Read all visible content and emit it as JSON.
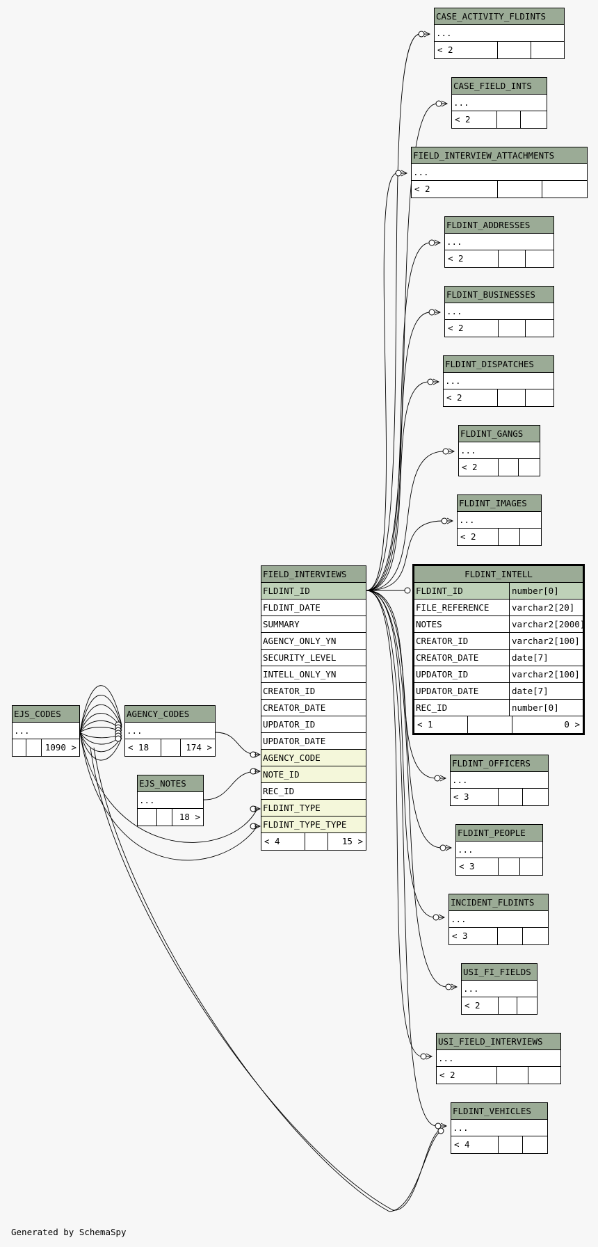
{
  "colors": {
    "header": "#9bab96",
    "primary_key": "#bed1b8",
    "foreign_key": "#f4f7da",
    "background": "#f7f7f7"
  },
  "footer_text": "Generated by SchemaSpy",
  "main_table": {
    "name": "FIELD_INTERVIEWS",
    "columns": [
      {
        "name": "FLDINT_ID",
        "kind": "pk"
      },
      {
        "name": "FLDINT_DATE",
        "kind": ""
      },
      {
        "name": "SUMMARY",
        "kind": ""
      },
      {
        "name": "AGENCY_ONLY_YN",
        "kind": ""
      },
      {
        "name": "SECURITY_LEVEL",
        "kind": ""
      },
      {
        "name": "INTELL_ONLY_YN",
        "kind": ""
      },
      {
        "name": "CREATOR_ID",
        "kind": ""
      },
      {
        "name": "CREATOR_DATE",
        "kind": ""
      },
      {
        "name": "UPDATOR_ID",
        "kind": ""
      },
      {
        "name": "UPDATOR_DATE",
        "kind": ""
      },
      {
        "name": "AGENCY_CODE",
        "kind": "fk"
      },
      {
        "name": "NOTE_ID",
        "kind": "fk"
      },
      {
        "name": "REC_ID",
        "kind": ""
      },
      {
        "name": "FLDINT_TYPE",
        "kind": "fk"
      },
      {
        "name": "FLDINT_TYPE_TYPE",
        "kind": "fk"
      }
    ],
    "footer": {
      "parents": "< 4",
      "children": "15 >"
    }
  },
  "focus_table": {
    "name": "FLDINT_INTELL",
    "columns": [
      {
        "name": "FLDINT_ID",
        "type": "number[0]",
        "kind": "pk"
      },
      {
        "name": "FILE_REFERENCE",
        "type": "varchar2[20]",
        "kind": ""
      },
      {
        "name": "NOTES",
        "type": "varchar2[2000]",
        "kind": ""
      },
      {
        "name": "CREATOR_ID",
        "type": "varchar2[100]",
        "kind": ""
      },
      {
        "name": "CREATOR_DATE",
        "type": "date[7]",
        "kind": ""
      },
      {
        "name": "UPDATOR_ID",
        "type": "varchar2[100]",
        "kind": ""
      },
      {
        "name": "UPDATOR_DATE",
        "type": "date[7]",
        "kind": ""
      },
      {
        "name": "REC_ID",
        "type": "number[0]",
        "kind": ""
      }
    ],
    "footer": {
      "parents": "< 1",
      "children": "0 >"
    }
  },
  "parent_tables": [
    {
      "name": "EJS_CODES",
      "ellipsis": "...",
      "footer": {
        "parents": "",
        "children": "1090 >"
      }
    },
    {
      "name": "AGENCY_CODES",
      "ellipsis": "...",
      "footer": {
        "parents": "< 18",
        "children": "174 >"
      }
    },
    {
      "name": "EJS_NOTES",
      "ellipsis": "...",
      "footer": {
        "parents": "",
        "children": "18 >"
      }
    }
  ],
  "child_tables": [
    {
      "name": "CASE_ACTIVITY_FLDINTS",
      "ellipsis": "...",
      "footer": {
        "parents": "< 2",
        "children": ""
      }
    },
    {
      "name": "CASE_FIELD_INTS",
      "ellipsis": "...",
      "footer": {
        "parents": "< 2",
        "children": ""
      }
    },
    {
      "name": "FIELD_INTERVIEW_ATTACHMENTS",
      "ellipsis": "...",
      "footer": {
        "parents": "< 2",
        "children": ""
      }
    },
    {
      "name": "FLDINT_ADDRESSES",
      "ellipsis": "...",
      "footer": {
        "parents": "< 2",
        "children": ""
      }
    },
    {
      "name": "FLDINT_BUSINESSES",
      "ellipsis": "...",
      "footer": {
        "parents": "< 2",
        "children": ""
      }
    },
    {
      "name": "FLDINT_DISPATCHES",
      "ellipsis": "...",
      "footer": {
        "parents": "< 2",
        "children": ""
      }
    },
    {
      "name": "FLDINT_GANGS",
      "ellipsis": "...",
      "footer": {
        "parents": "< 2",
        "children": ""
      }
    },
    {
      "name": "FLDINT_IMAGES",
      "ellipsis": "...",
      "footer": {
        "parents": "< 2",
        "children": ""
      }
    },
    {
      "name": "FLDINT_OFFICERS",
      "ellipsis": "...",
      "footer": {
        "parents": "< 3",
        "children": ""
      }
    },
    {
      "name": "FLDINT_PEOPLE",
      "ellipsis": "...",
      "footer": {
        "parents": "< 3",
        "children": ""
      }
    },
    {
      "name": "INCIDENT_FLDINTS",
      "ellipsis": "...",
      "footer": {
        "parents": "< 3",
        "children": ""
      }
    },
    {
      "name": "USI_FI_FIELDS",
      "ellipsis": "...",
      "footer": {
        "parents": "< 2",
        "children": ""
      }
    },
    {
      "name": "USI_FIELD_INTERVIEWS",
      "ellipsis": "...",
      "footer": {
        "parents": "< 2",
        "children": ""
      }
    },
    {
      "name": "FLDINT_VEHICLES",
      "ellipsis": "...",
      "footer": {
        "parents": "< 4",
        "children": ""
      }
    }
  ]
}
